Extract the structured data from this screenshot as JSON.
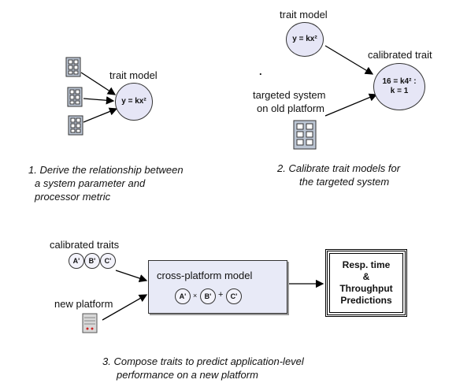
{
  "panel1": {
    "trait_label": "trait model",
    "equation": "y = kx²",
    "caption_lines": [
      "1. Derive the relationship between",
      "a system parameter and",
      "processor metric"
    ]
  },
  "panel2": {
    "trait_label": "trait model",
    "trait_equation": "y = kx²",
    "calibrated_label": "calibrated trait",
    "calibrated_eq_line1": "16 = k4² :",
    "calibrated_eq_line2": "k = 1",
    "dot": ".",
    "system_label_line1": "targeted system",
    "system_label_line2": "on old platform",
    "caption_lines": [
      "2. Calibrate trait models for",
      "the targeted system"
    ]
  },
  "panel3": {
    "calibrated_traits_label": "calibrated traits",
    "traits": [
      "A'",
      "B'",
      "C'"
    ],
    "new_platform_label": "new platform",
    "model_title": "cross-platform model",
    "model_ops": [
      "×",
      "+"
    ],
    "prediction_lines": [
      "Resp. time",
      "&",
      "Throughput",
      "Predictions"
    ],
    "caption_lines": [
      "3. Compose traits to predict application-level",
      "performance on a new platform"
    ]
  },
  "colors": {
    "circle_fill": "#e6e6f6",
    "box_fill": "#e8eaf7",
    "stroke": "#333333"
  },
  "icons": [
    "server-icon"
  ]
}
